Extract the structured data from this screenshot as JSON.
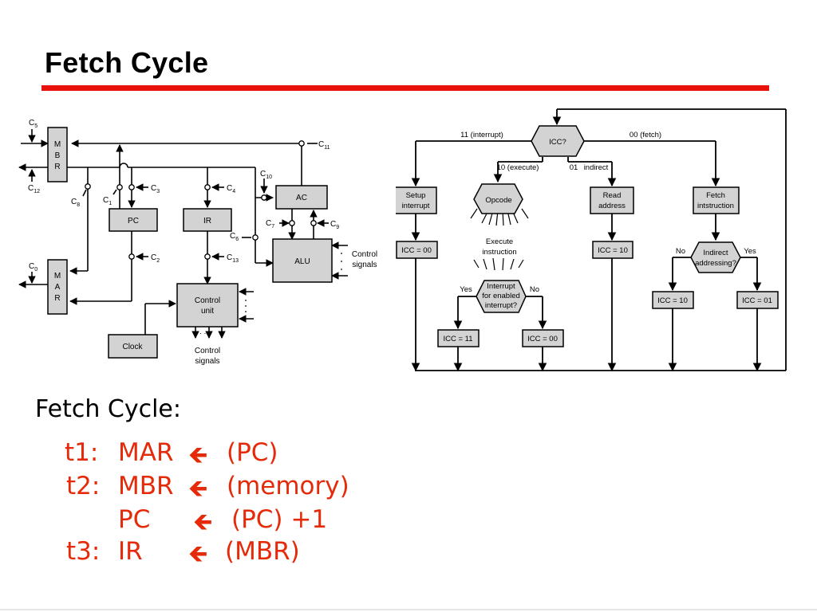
{
  "slide": {
    "title": "Fetch Cycle",
    "accent_color": "#e8110c",
    "text_color": "#e52a0a"
  },
  "datapath": {
    "registers": [
      "MBR",
      "MAR",
      "PC",
      "IR",
      "AC",
      "ALU"
    ],
    "mbr_letters": [
      "M",
      "B",
      "R"
    ],
    "mar_letters": [
      "M",
      "A",
      "R"
    ],
    "control_unit": [
      "Control",
      "unit"
    ],
    "clock": "Clock",
    "control_signals": [
      "Control",
      "signals"
    ],
    "c_labels": [
      "C",
      "5",
      "12",
      "8",
      "1",
      "3",
      "4",
      "10",
      "11",
      "2",
      "13",
      "6",
      "7",
      "9",
      "0"
    ],
    "ellipsis": "· · ·"
  },
  "flowchart": {
    "decision_top": "ICC?",
    "branch_interrupt": "11 (interrupt)",
    "branch_execute": "10 (execute)",
    "branch_indirect_num": "01",
    "branch_indirect_word": "indirect",
    "branch_fetch": "00 (fetch)",
    "setup_interrupt": [
      "Setup",
      "interrupt"
    ],
    "opcode": "Opcode",
    "execute_instruction": [
      "Execute",
      "instruction"
    ],
    "read_address": [
      "Read",
      "address"
    ],
    "fetch_instruction": [
      "Fetch",
      "intstruction"
    ],
    "icc_00": "ICC = 00",
    "icc_10": "ICC = 10",
    "icc_11": "ICC = 11",
    "icc_01": "ICC = 01",
    "interrupt_decision": [
      "Interrupt",
      "for enabled",
      "interrupt?"
    ],
    "indirect_decision": [
      "Indirect",
      "addressing?"
    ],
    "yes": "Yes",
    "no": "No"
  },
  "fetch_cycle": {
    "heading": "Fetch Cycle:",
    "arrow_glyph": "🡸",
    "steps": [
      {
        "label": "t1:",
        "dest": "MAR",
        "src": "(PC)"
      },
      {
        "label": "t2:",
        "dest": "MBR",
        "src": "(memory)"
      },
      {
        "label": "",
        "dest": "PC",
        "src": "(PC) +1"
      },
      {
        "label": "t3:",
        "dest": "IR",
        "src": "(MBR)"
      }
    ]
  }
}
